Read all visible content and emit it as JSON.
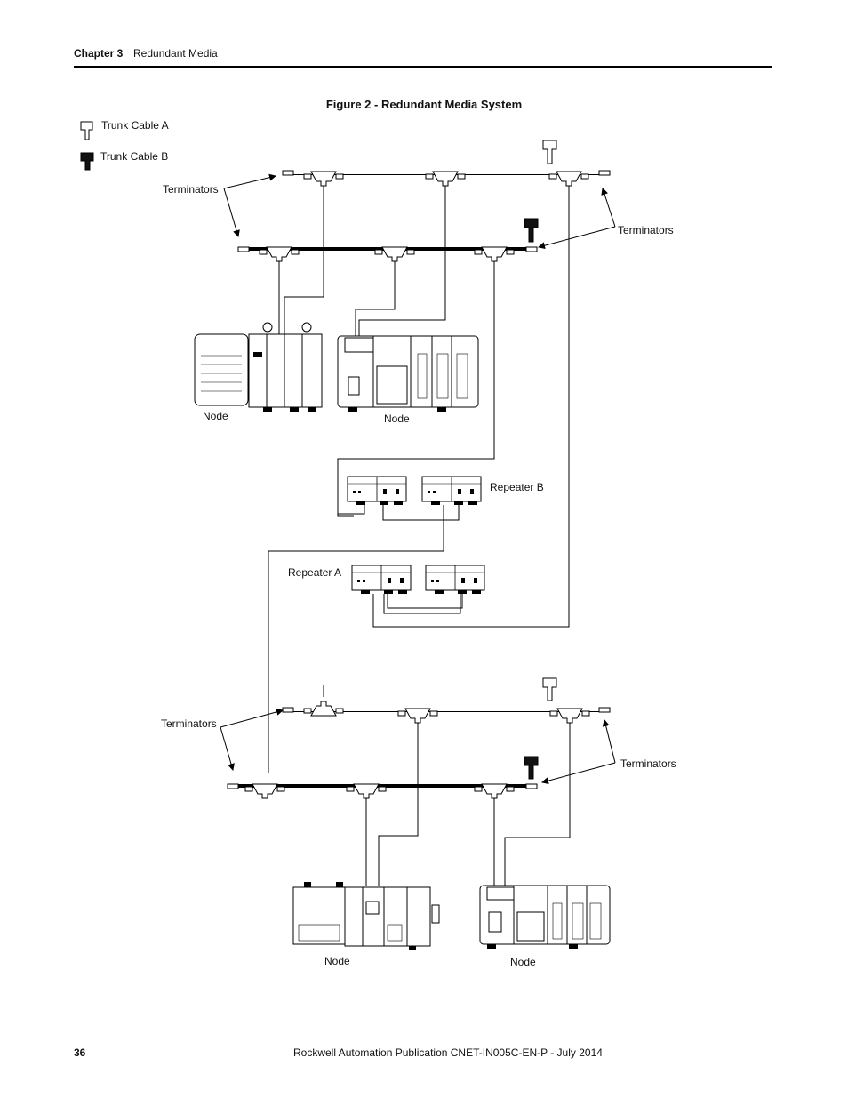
{
  "header": {
    "chapter": "Chapter 3",
    "section": "Redundant Media"
  },
  "figure": {
    "title": "Figure 2 - Redundant Media System",
    "legend": {
      "trunk_a": "Trunk Cable A",
      "trunk_b": "Trunk Cable B"
    },
    "labels": {
      "terminators_tl": "Terminators",
      "terminators_tr": "Terminators",
      "terminators_bl": "Terminators",
      "terminators_br": "Terminators",
      "node_1": "Node",
      "node_2": "Node",
      "node_3": "Node",
      "node_4": "Node",
      "repeater_b": "Repeater B",
      "repeater_a": "Repeater A"
    }
  },
  "footer": {
    "page_number": "36",
    "publication": "Rockwell Automation Publication CNET-IN005C-EN-P - July 2014"
  }
}
